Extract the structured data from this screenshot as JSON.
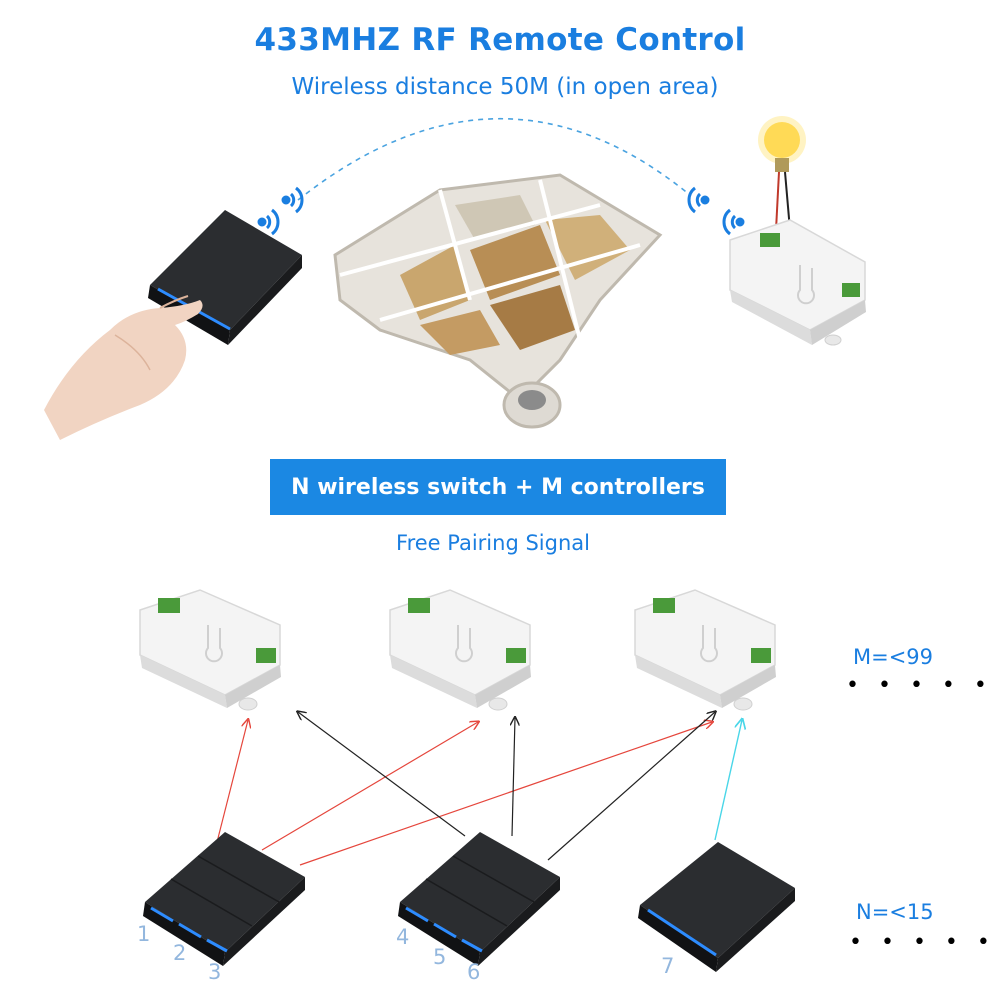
{
  "header": {
    "title": "433MHZ RF Remote Control",
    "subtitle": "Wireless distance 50M (in open area)"
  },
  "banner": {
    "label": "N wireless switch + M controllers"
  },
  "pairing": {
    "label": "Free Pairing Signal"
  },
  "legend": {
    "controllers": "M=<99",
    "switches": "N=<15",
    "dots": "• • • • •"
  },
  "switch_numbers": [
    "1",
    "2",
    "3",
    "4",
    "5",
    "6",
    "7"
  ],
  "colors": {
    "accent": "#1b88e3",
    "pair_red": "#e5463c",
    "pair_black": "#222222",
    "pair_cyan": "#49d6e8",
    "led_blue": "#2d8cff"
  }
}
